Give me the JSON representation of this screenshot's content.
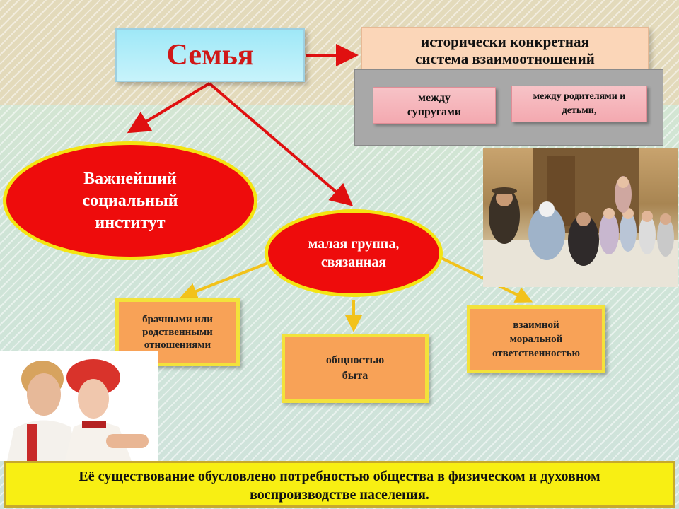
{
  "title": "Семья",
  "definition": {
    "line1": "исторически конкретная",
    "line2": "система взаимоотношений"
  },
  "sub_relations": [
    {
      "line1": "между",
      "line2": "супругами"
    },
    {
      "line1": "между родителями и",
      "line2": "детьми,"
    }
  ],
  "main_ellipse": {
    "line1": "Важнейший",
    "line2": "социальный",
    "line3": "институт"
  },
  "small_group": {
    "line1": "малая группа,",
    "line2": "связанная"
  },
  "bonds": [
    {
      "line1": "брачными или",
      "line2": "родственными",
      "line3": "отношениями"
    },
    {
      "line1": "общностью",
      "line2": "быта"
    },
    {
      "line1": "взаимной",
      "line2": "моральной",
      "line3": "ответственностью"
    }
  ],
  "conclusion": {
    "line1": "Её существование обусловлено потребностью общества в физическом  и духовном",
    "line2": "воспроизводстве населения."
  },
  "colors": {
    "accent_red": "#ee0c0c",
    "ellipse_border": "#f4e411",
    "arrow_red": "#e01010",
    "arrow_yellow": "#f2c21b",
    "title_text": "#d01818"
  }
}
